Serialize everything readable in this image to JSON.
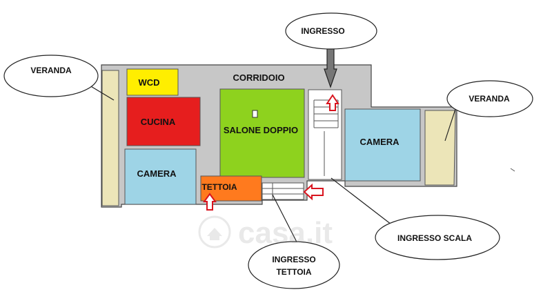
{
  "rooms": {
    "wcd": "WCD",
    "cucina": "CUCINA",
    "corridoio": "CORRIDOIO",
    "salone": "SALONE DOPPIO",
    "camera_left": "CAMERA",
    "camera_right": "CAMERA",
    "tettoia": "TETTOIA"
  },
  "callouts": {
    "veranda_left": "VERANDA",
    "veranda_right": "VERANDA",
    "ingresso": "INGRESSO",
    "ingresso_scala": "INGRESSO SCALA",
    "ingresso_tettoia_line1": "INGRESSO",
    "ingresso_tettoia_line2": "TETTOIA"
  },
  "watermark": "casa.it",
  "colors": {
    "wall": "#c7c7c7",
    "wcd": "#ffee00",
    "cucina": "#e61e1e",
    "salone": "#8ed21e",
    "camera": "#9ed4e6",
    "tettoia": "#ff7a1e",
    "veranda": "#ece5b8",
    "arrow": "#d9141e"
  }
}
